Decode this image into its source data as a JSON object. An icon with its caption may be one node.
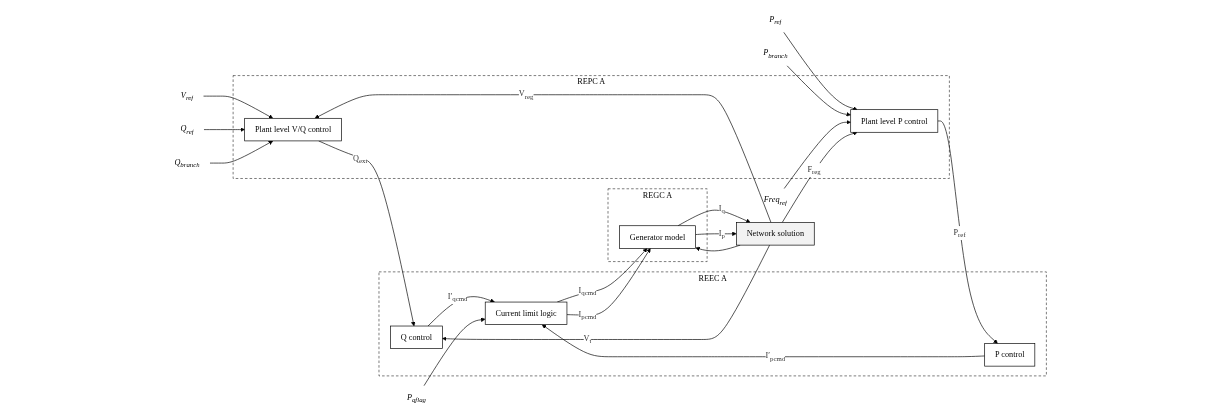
{
  "diagram": {
    "nodes": [
      {
        "text": [
          "V$_{ref}$"
        ]
      },
      {
        "text": [
          "Q$_{ref}$"
        ]
      },
      {
        "text": [
          "Q$_{branch}$"
        ]
      },
      {
        "text": [
          "P$_{ref}$"
        ]
      },
      {
        "text": [
          "P$_{branch}$"
        ]
      },
      {
        "text": [
          "Freq$_{ref}$"
        ]
      },
      {
        "text": [
          "REPC A"
        ]
      },
      {
        "text": [
          "Plant level V/Q control"
        ],
        "in": 6
      },
      {
        "text": [
          "Plant level P control"
        ],
        "in": 6
      },
      {
        "text": [
          "REEC A"
        ]
      },
      {
        "text": [
          "Q control"
        ],
        "in": 9
      },
      {
        "text": [
          "P control"
        ],
        "in": 9
      },
      {
        "text": [
          "Current limit logic"
        ],
        "in": 9
      },
      {
        "text": [
          "REGC A"
        ]
      },
      {
        "text": [
          "Generator model"
        ],
        "in": 13
      },
      {
        "text": [
          "Network solution"
        ]
      },
      {
        "text": [
          "P$_{qflag}$"
        ]
      }
    ],
    "edges": [
      {
        "from": 15,
        "to": 7,
        "arrow": "to",
        "label": "V$_{reg}$"
      },
      {
        "from": 0,
        "to": 7,
        "arrow": "to"
      },
      {
        "from": 1,
        "to": 7,
        "arrow": "to"
      },
      {
        "from": 2,
        "to": 7,
        "arrow": "to"
      },
      {
        "from": 3,
        "to": 8,
        "arrow": "to"
      },
      {
        "from": 4,
        "to": 8,
        "arrow": "to"
      },
      {
        "from": 5,
        "to": 8,
        "arrow": "to"
      },
      {
        "from": 15,
        "to": 8,
        "arrow": "to",
        "label": "F$_{reg}$"
      },
      {
        "from": 7,
        "to": 10,
        "arrow": "to",
        "label": "Q$_{ext}$"
      },
      {
        "from": 8,
        "to": 11,
        "arrow": "to",
        "label": "P$_{ref}$"
      },
      {
        "from": 10,
        "to": 12,
        "arrow": "to",
        "label": "I′$_{qcmd}$"
      },
      {
        "from": 11,
        "to": 12,
        "arrow": "to",
        "label": "I′$_{pcmd}$"
      },
      {
        "from": 16,
        "to": 12,
        "arrow": "to"
      },
      {
        "from": 12,
        "to": 14,
        "arrow": "to",
        "label": "I$_{qcmd}$"
      },
      {
        "from": 12,
        "to": 14,
        "arrow": "to",
        "label": "I$_{pcmd}$"
      },
      {
        "from": 14,
        "to": 15,
        "arrow": "to",
        "label": "I$_{q}$"
      },
      {
        "from": 14,
        "to": 15,
        "arrow": "to",
        "label": "I$_{p}$"
      },
      {
        "from": 15,
        "to": 10,
        "arrow": "to",
        "label": "V$_{t}$"
      },
      {
        "from": 15,
        "to": 14,
        "arrow": "to"
      }
    ]
  }
}
